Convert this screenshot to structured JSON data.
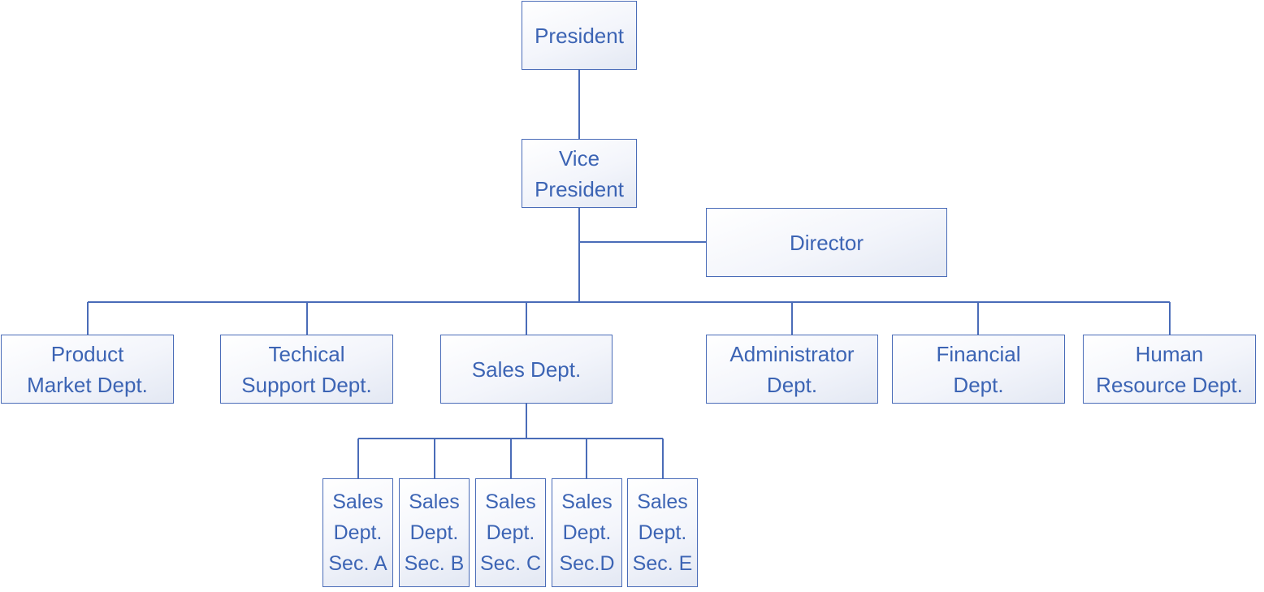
{
  "diagram": {
    "nodes": {
      "president": [
        "President"
      ],
      "vice_president": [
        "Vice",
        "President"
      ],
      "director": [
        "Director"
      ],
      "product": [
        "Product",
        "Market Dept."
      ],
      "technical": [
        "Techical",
        "Support Dept."
      ],
      "sales": [
        "Sales Dept."
      ],
      "administrator": [
        "Administrator",
        "Dept."
      ],
      "financial": [
        "Financial",
        "Dept."
      ],
      "human_resource": [
        "Human",
        "Resource Dept."
      ],
      "sec_a": [
        "Sales",
        "Dept.",
        "Sec. A"
      ],
      "sec_b": [
        "Sales",
        "Dept.",
        "Sec. B"
      ],
      "sec_c": [
        "Sales",
        "Dept.",
        "Sec. C"
      ],
      "sec_d": [
        "Sales",
        "Dept.",
        "Sec.D"
      ],
      "sec_e": [
        "Sales",
        "Dept.",
        "Sec. E"
      ]
    },
    "colors": {
      "line": "#4a6cb8",
      "text": "#3c64b4",
      "border": "#4a6cb8"
    },
    "edges": [
      [
        "president",
        "vice_president"
      ],
      [
        "vice_president",
        "director"
      ],
      [
        "vice_president",
        "product"
      ],
      [
        "vice_president",
        "technical"
      ],
      [
        "vice_president",
        "sales"
      ],
      [
        "vice_president",
        "administrator"
      ],
      [
        "vice_president",
        "financial"
      ],
      [
        "vice_president",
        "human_resource"
      ],
      [
        "sales",
        "sec_a"
      ],
      [
        "sales",
        "sec_b"
      ],
      [
        "sales",
        "sec_c"
      ],
      [
        "sales",
        "sec_d"
      ],
      [
        "sales",
        "sec_e"
      ]
    ]
  }
}
